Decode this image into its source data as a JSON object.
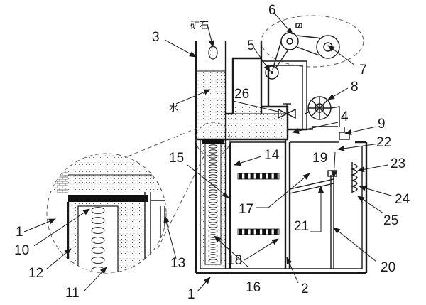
{
  "text_labels": {
    "ore": "矿石",
    "water": "水"
  },
  "numbers": {
    "n1a": "1",
    "n1b": "1",
    "n2": "2",
    "n3": "3",
    "n4": "4",
    "n5": "5",
    "n6": "6",
    "n7": "7",
    "n8": "8",
    "n9": "9",
    "n10": "10",
    "n11": "11",
    "n12": "12",
    "n13": "13",
    "n14": "14",
    "n15": "15",
    "n16": "16",
    "n17": "17",
    "n18": "18",
    "n19": "19",
    "n20": "20",
    "n21": "21",
    "n22": "22",
    "n23": "23",
    "n24": "24",
    "n25": "25",
    "n26": "26"
  }
}
